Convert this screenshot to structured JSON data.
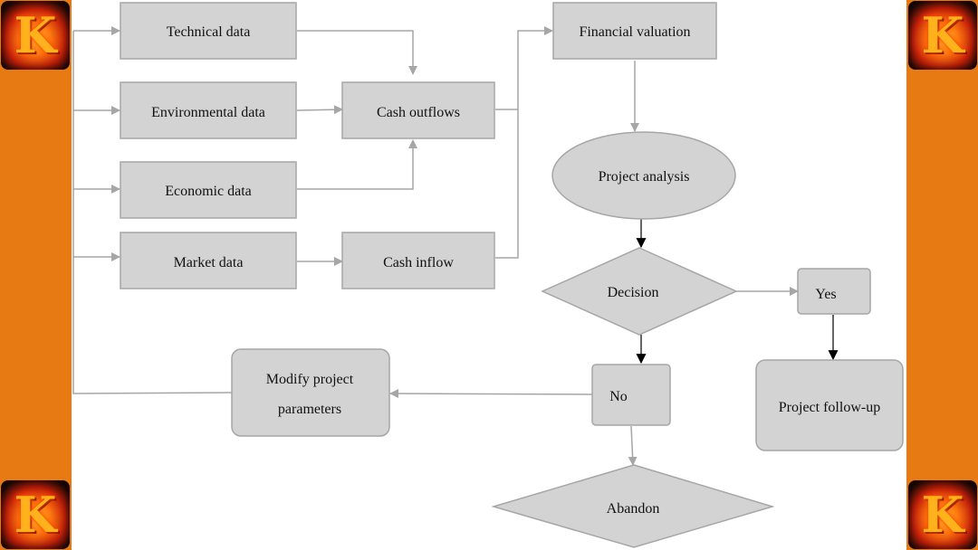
{
  "logo": {
    "letter": "K"
  },
  "nodes": {
    "technical_data": "Technical data",
    "environmental_data": "Environmental data",
    "economic_data": "Economic data",
    "market_data": "Market data",
    "cash_outflows": "Cash outflows",
    "cash_inflow": "Cash inflow",
    "financial_valuation": "Financial valuation",
    "project_analysis": "Project analysis",
    "decision": "Decision",
    "yes": "Yes",
    "no": "No",
    "project_followup": "Project follow-up",
    "modify_line1": "Modify project",
    "modify_line2": "parameters",
    "abandon": "Abandon"
  },
  "colors": {
    "side_bar": "#e87a14",
    "node_fill": "#d3d3d3",
    "node_stroke": "#a6a6a6",
    "connector_gray": "#a6a6a6",
    "connector_black": "#000000"
  }
}
